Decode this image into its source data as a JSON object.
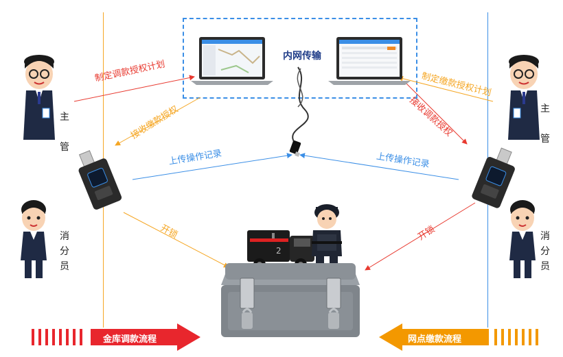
{
  "network_label": "内网传输",
  "roles": {
    "supervisor_left": [
      "主",
      "管"
    ],
    "supervisor_right": [
      "主",
      "管"
    ],
    "clerk_left": [
      "消",
      "分",
      "员"
    ],
    "clerk_right": [
      "消",
      "分",
      "员"
    ]
  },
  "arrows": {
    "plan_transfer": "制定调款授权计划",
    "receive_deposit": "接收缴款授权",
    "upload_left": "上传操作记录",
    "unlock_left": "开锁",
    "plan_deposit": "制定缴款授权计划",
    "receive_transfer": "接收调款授权",
    "upload_right": "上传操作记录",
    "unlock_right": "开锁"
  },
  "flows": {
    "vault_flow": "金库调款流程",
    "branch_flow": "网点缴款流程"
  },
  "colors": {
    "red": "#e8392f",
    "orange": "#f5a623",
    "blue": "#3a8ee6",
    "flow_red": "#e8262d",
    "flow_orange": "#f39800"
  }
}
